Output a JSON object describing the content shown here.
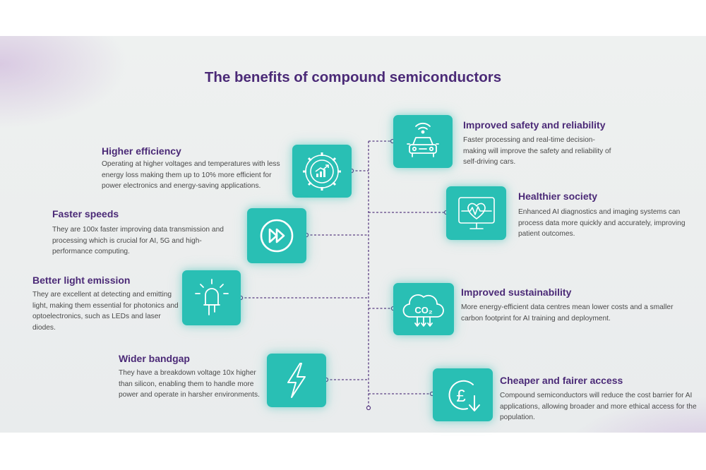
{
  "title": "The benefits of compound semiconductors",
  "colors": {
    "accent": "#29bfb4",
    "heading": "#4b2a77",
    "connector": "#5a3d82"
  },
  "left_items": [
    {
      "heading": "Higher efficiency",
      "text": "Operating at higher voltages and temperatures with less energy loss making them up to 10% more efficient for power electronics and energy-saving applications.",
      "icon": "gear-chart-icon"
    },
    {
      "heading": "Faster speeds",
      "text": "They are 100x faster improving data transmission and processing which is crucial for AI, 5G and high-performance computing.",
      "icon": "fast-forward-icon"
    },
    {
      "heading": "Better light emission",
      "text": "They are excellent at detecting and emitting light, making them essential for photonics and optoelectronics, such as LEDs and laser diodes.",
      "icon": "led-icon"
    },
    {
      "heading": "Wider bandgap",
      "text": "They have a breakdown voltage 10x higher than silicon, enabling them to handle more power and operate in harsher environments.",
      "icon": "lightning-icon"
    }
  ],
  "right_items": [
    {
      "heading": "Improved safety and reliability",
      "text": "Faster processing and real-time decision-making will improve the safety and reliability of self-driving cars.",
      "icon": "connected-car-icon"
    },
    {
      "heading": "Healthier society",
      "text": "Enhanced AI diagnostics and imaging systems can process data more quickly and accurately, improving patient outcomes.",
      "icon": "health-monitor-icon"
    },
    {
      "heading": "Improved sustainability",
      "text": "More energy-efficient data centres mean lower costs and a smaller carbon footprint for AI training and deployment.",
      "icon": "co2-cloud-icon"
    },
    {
      "heading": "Cheaper and fairer access",
      "text": "Compound semiconductors will reduce the cost barrier for AI applications, allowing broader and more ethical access for the population.",
      "icon": "pound-down-icon"
    }
  ],
  "co2_label": "CO₂",
  "pound_symbol": "£"
}
